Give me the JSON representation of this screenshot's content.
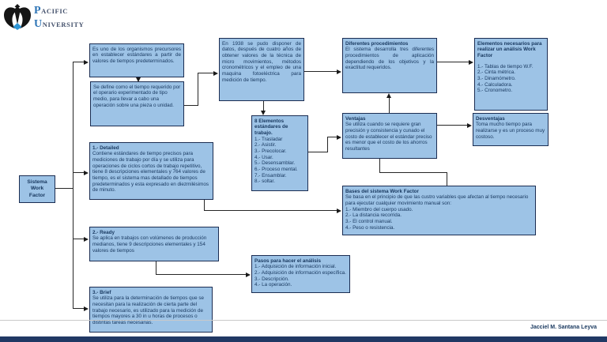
{
  "logo": {
    "line1_initial": "P",
    "line1_rest": "ACIFIC",
    "line2_initial": "U",
    "line2_rest": "NIVERSITY"
  },
  "signature": "Jacciel M. Santana Leyva",
  "colors": {
    "box_fill": "#9DC3E6",
    "box_border": "#1b2d52",
    "box_text": "#17375E",
    "connector": "#262626",
    "footer_bar": "#203864",
    "logo_blue": "#2E75B6"
  },
  "boxes": {
    "sistema": {
      "lines": [
        "Sistema",
        "Work",
        "Factor"
      ]
    },
    "es_uno": {
      "body": "Es uno de los organismos precursores en establecer estándares a partir de valores de tiempos predeterminados."
    },
    "se_define": {
      "body": "Se define como el tiempo requerido por el operario experimentado de tipo medio, para llevar a cabo una operación sobre una pieza o unidad."
    },
    "en_1938": {
      "body": "En 1938 se pudo disponer de datos, después de cuatro años de obtener valores de la técnica de micro movimientos, métodos cronométricos y el empleo de una maquina fotoeléctrica para medición de tiempo."
    },
    "diferentes": {
      "title": "Diferentes procedimientos",
      "body": "El sistema desarrolla tres diferentes procedimientos de aplicación dependiendo de los objetivos y la exactitud requeridos."
    },
    "elementos": {
      "title": "Elementos necesarios para realizar un análisis Work Factor",
      "items": [
        "1.- Tablas de tiempo W.F.",
        "2.- Cinta métrica.",
        "3.- Dinamómetro.",
        "4.- Calculadora.",
        "5.- Cronometro."
      ]
    },
    "desventajas": {
      "title": "Desventajas",
      "body": "Toma mucho tiempo para realizarse y es un proceso muy costoso."
    },
    "ventajas": {
      "title": "Ventajas",
      "body": "Se utiliza cuando se requiere gran precisión y consistencia y cunado el costo de establecer el estándar preciso es menor que el costo de los ahorros resultantes"
    },
    "ocho_elementos": {
      "title": "8 Elementos estándares de trabajo.",
      "items": [
        "1.- Trasladar",
        "2.- Asistir.",
        "3.- Precolocar.",
        "4.- Usar.",
        "5.- Desensamblar.",
        "6.- Proceso mental.",
        "7.- Ensamblar.",
        "8.- soltar."
      ]
    },
    "detailed": {
      "title": "1.- Detailed",
      "body": "Contiene estándares de tiempo precisos para mediciones de trabajo por día y se utiliza para operaciones de ciclos cortos de trabajo repetitivo, tiene 8 descripciones elementales y 764 valores de tiempo, es el sistema mas detallado de tiempos predeterminados y esta expresado en diezmilésimos de minuto."
    },
    "bases": {
      "title": "Bases del sistema Work Factor",
      "body": "Se basa en el principio de que las custro variables que afectan al tiempo necesario para ejecutar cualquier movimiento manual son:",
      "items": [
        "1.- Miembro del cuerpo usado.",
        "2.- La distancia recorrida.",
        "3.- El control manual.",
        "4.- Peso o resistencia."
      ]
    },
    "ready": {
      "title": "2.- Ready",
      "body": "Se aplica en trabajos con volúmenes de producción medianos, tiene 9 descripciones elementales y 154 valores de tiempos"
    },
    "pasos": {
      "title": "Pasos para hacer el análisis",
      "items": [
        "1.- Adquisición de información inicial.",
        "2.- Adquisición de información específica.",
        "3.- Descripción.",
        "4.- La operación."
      ]
    },
    "brief": {
      "title": "3.- Brief",
      "body": "Se utiliza para la determinación de tiempos que se necesitan para la realización de cierta parte del trabajo necesario, es utilizado para la medición de tiempos mayores a 30 in u horas de procesos o distintas tareas necesarias."
    }
  }
}
